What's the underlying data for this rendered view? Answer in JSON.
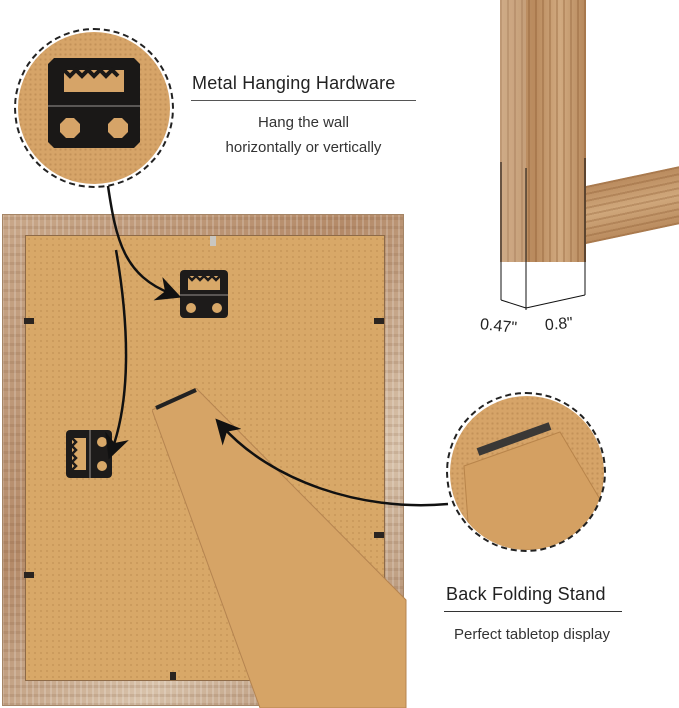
{
  "features": {
    "hanging": {
      "title": "Metal Hanging Hardware",
      "subtitle_line1": "Hang the wall",
      "subtitle_line2": "horizontally or vertically",
      "icon": "sawtooth-hanger-icon"
    },
    "stand": {
      "title": "Back Folding Stand",
      "subtitle": "Perfect tabletop display",
      "icon": "easel-stand-icon"
    }
  },
  "dimensions": {
    "depth": "0.47\"",
    "width": "0.8\""
  },
  "colors": {
    "backing": "#d8a868",
    "frame_wood": "#b98a5d",
    "hardware": "#1d1b1a",
    "arrow": "#111111",
    "text": "#222222"
  }
}
